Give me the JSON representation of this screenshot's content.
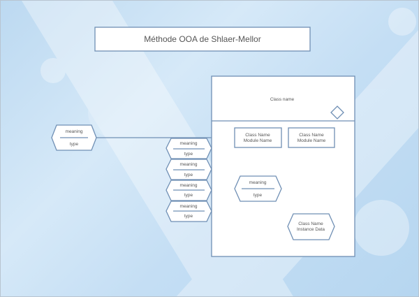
{
  "title": "Méthode OOA de Shlaer-Mellor",
  "colors": {
    "stroke": "#6f8fb4",
    "fill": "#ffffff",
    "background": "#c8e0f5"
  },
  "class_box": {
    "name": "Class name"
  },
  "module_boxes": [
    {
      "line1": "Class Name",
      "line2": "Module Name"
    },
    {
      "line1": "Class Name",
      "line2": "Module Name"
    }
  ],
  "external_attribute": {
    "meaning": "meaning",
    "type": "type"
  },
  "attribute_stack": [
    {
      "meaning": "meaning",
      "type": "type"
    },
    {
      "meaning": "meaning",
      "type": "type"
    },
    {
      "meaning": "meaning",
      "type": "type"
    },
    {
      "meaning": "meaning",
      "type": "type"
    }
  ],
  "inner_attribute": {
    "meaning": "meaning",
    "type": "type"
  },
  "instance": {
    "line1": "Class Name",
    "line2": "Instance Data"
  }
}
